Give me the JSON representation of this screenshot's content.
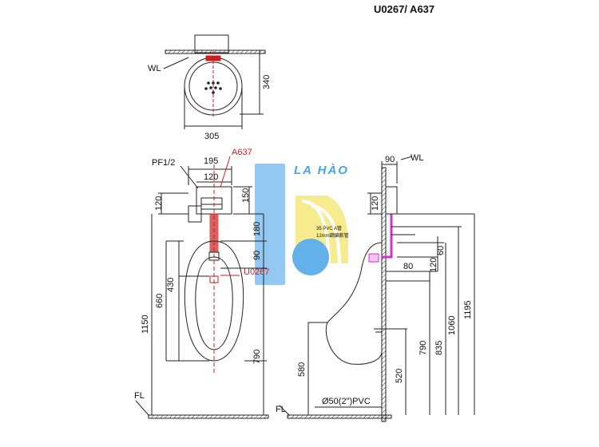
{
  "title": "U0267/ A637",
  "colors": {
    "line": "#222222",
    "red": "#cc1f1f",
    "pipe": "#cc33cc",
    "watermark_blue": "#4aa3e8",
    "watermark_yellow": "#f2e25a"
  },
  "watermark": {
    "text": "LA HÀO"
  },
  "top_view": {
    "wl": "WL",
    "width": "305",
    "depth": "340"
  },
  "front_view": {
    "pf": "PF1/2",
    "a637": "A637",
    "u0267": "U0267",
    "fl": "FL",
    "dims": {
      "d195": "195",
      "d120a": "120",
      "d150": "150",
      "d120b": "120",
      "d180": "180",
      "d90": "90",
      "d430": "430",
      "d660": "660",
      "d1150": "1150",
      "d790": "790"
    }
  },
  "side_view": {
    "wl": "WL",
    "d90": "90",
    "note1": "35 PVC A管",
    "note2": "12mm鋼編軟管",
    "pvc": "Ø50(2\")PVC",
    "dims": {
      "d60": "60",
      "d80": "80",
      "d120": "120",
      "d580": "580",
      "d520": "520",
      "d790": "790",
      "d835": "835",
      "d1060": "1060",
      "d1195": "1195"
    }
  }
}
